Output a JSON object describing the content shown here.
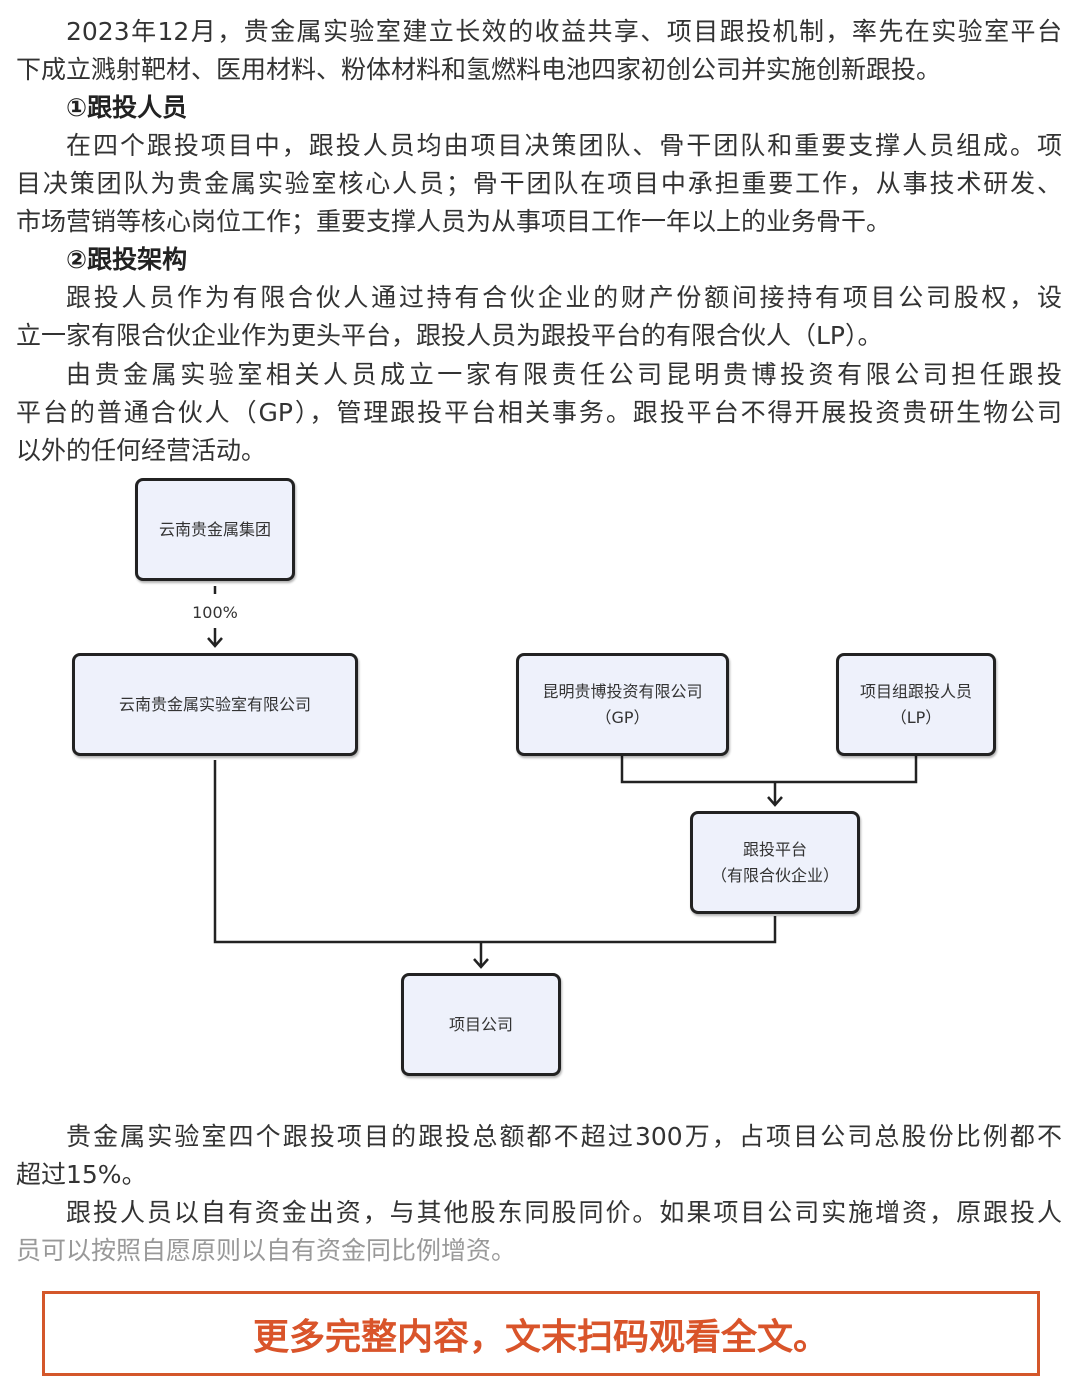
{
  "paragraphs_top": [
    {
      "lines": [
        "2023年12月，贵金属实验室建立长效的收益共享、项目跟投机制，率先在实验室平台",
        "下成立溅射靶材、医用材料、粉体材料和氢燃料电池四家初创公司并实施创新跟投。"
      ]
    },
    {
      "heading": "①跟投人员"
    },
    {
      "lines": [
        "在四个跟投项目中，跟投人员均由项目决策团队、骨干团队和重要支撑人员组成。项",
        "目决策团队为贵金属实验室核心人员；骨干团队在项目中承担重要工作，从事技术研发、",
        "市场营销等核心岗位工作；重要支撑人员为从事项目工作一年以上的业务骨干。"
      ]
    },
    {
      "heading": "②跟投架构"
    },
    {
      "lines": [
        "跟投人员作为有限合伙人通过持有合伙企业的财产份额间接持有项目公司股权，设",
        "立一家有限合伙企业作为更头平台，跟投人员为跟投平台的有限合伙人（LP）。"
      ]
    },
    {
      "lines": [
        "由贵金属实验室相关人员成立一家有限责任公司昆明贵博投资有限公司担任跟投",
        "平台的普通合伙人（GP），管理跟投平台相关事务。跟投平台不得开展投资贵研生物公司",
        "以外的任何经营活动。"
      ]
    }
  ],
  "diagram": {
    "group": "云南贵金属集团",
    "ownership": "100%",
    "lab": "云南贵金属实验室有限公司",
    "gp_name": "昆明贵博投资有限公司",
    "gp_tag": "（GP）",
    "lp_name": "项目组跟投人员",
    "lp_tag": "（LP）",
    "platform_name": "跟投平台",
    "platform_tag": "（有限合伙企业）",
    "company": "项目公司"
  },
  "paragraphs_bottom": [
    {
      "lines": [
        "贵金属实验室四个跟投项目的跟投总额都不超过300万，占项目公司总股份比例都不",
        "超过15%。"
      ]
    },
    {
      "lines": [
        "跟投人员以自有资金出资，与其他股东同股同价。如果项目公司实施增资，原跟投人",
        "员可以按照自愿原则以自有资金同比例增资。"
      ]
    }
  ],
  "banner": "更多完整内容，文末扫码观看全文。",
  "colors": {
    "accent": "#d4572a",
    "box_fill": "#eef1fb"
  }
}
